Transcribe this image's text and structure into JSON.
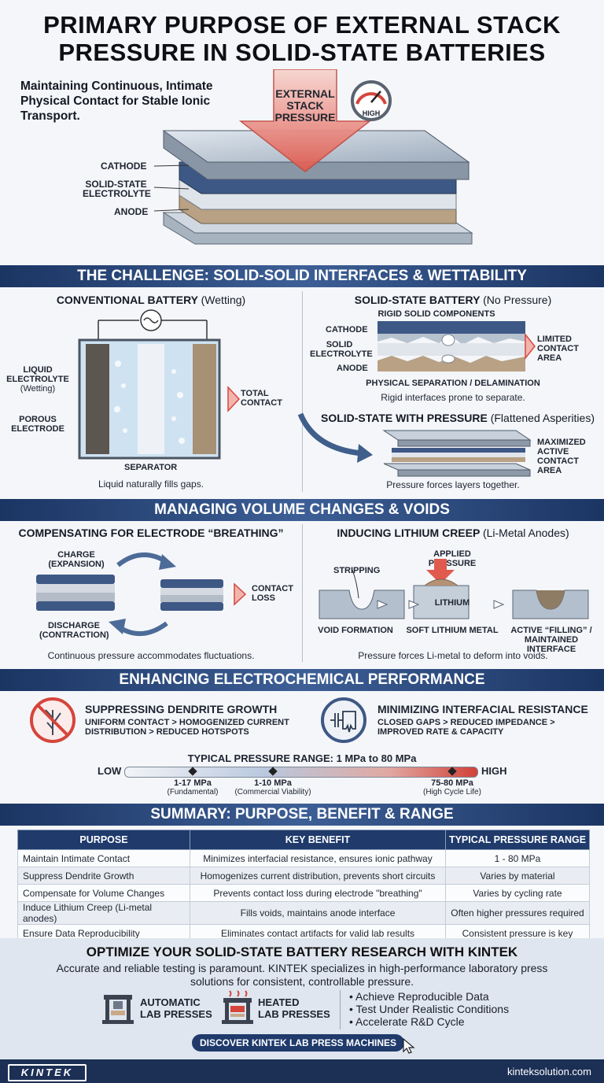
{
  "header": {
    "title_line1": "PRIMARY PURPOSE OF EXTERNAL STACK",
    "title_line2": "PRESSURE IN SOLID-STATE BATTERIES",
    "subtitle": "Maintaining Continuous, Intimate Physical Contact for Stable Ionic Transport.",
    "arrow_label": [
      "EXTERNAL",
      "STACK",
      "PRESSURE"
    ],
    "gauge_label": "HIGH",
    "stack_labels": {
      "cathode": "CATHODE",
      "electrolyte": [
        "SOLID-STATE",
        "ELECTROLYTE"
      ],
      "anode": "ANODE"
    }
  },
  "challenge": {
    "band": "THE CHALLENGE: SOLID-SOLID INTERFACES & WETTABILITY",
    "conventional": {
      "title": "CONVENTIONAL BATTERY",
      "title_note": "(Wetting)",
      "liquid_electrolyte": [
        "LIQUID",
        "ELECTROLYTE"
      ],
      "liquid_note": "(Wetting)",
      "porous_electrode": [
        "POROUS",
        "ELECTRODE"
      ],
      "separator": "SEPARATOR",
      "total_contact": [
        "TOTAL",
        "CONTACT"
      ],
      "caption": "Liquid naturally fills gaps."
    },
    "no_pressure": {
      "title": "SOLID-STATE BATTERY",
      "title_note": "(No Pressure)",
      "rigid": "RIGID SOLID COMPONENTS",
      "cathode": "CATHODE",
      "electrolyte": [
        "SOLID",
        "ELECTROLYTE"
      ],
      "anode": "ANODE",
      "limited": [
        "LIMITED",
        "CONTACT",
        "AREA"
      ],
      "separation": "PHYSICAL SEPARATION / DELAMINATION",
      "caption": "Rigid interfaces prone to separate."
    },
    "with_pressure": {
      "title": "SOLID-STATE WITH PRESSURE",
      "title_note": "(Flattened Asperities)",
      "maximized": [
        "MAXIMIZED",
        "ACTIVE",
        "CONTACT",
        "AREA"
      ],
      "caption": "Pressure forces layers together."
    }
  },
  "volume": {
    "band": "MANAGING VOLUME CHANGES & VOIDS",
    "breathing": {
      "title": "COMPENSATING FOR ELECTRODE “BREATHING”",
      "charge": [
        "CHARGE",
        "(EXPANSION)"
      ],
      "discharge": [
        "DISCHARGE",
        "(CONTRACTION)"
      ],
      "contact_loss": [
        "CONTACT",
        "LOSS"
      ],
      "caption": "Continuous pressure accommodates fluctuations."
    },
    "creep": {
      "title": "INDUCING LITHIUM CREEP",
      "title_note": "(Li-Metal Anodes)",
      "applied": "APPLIED PRESSURE",
      "stripping": "STRIPPING",
      "lithium": "LITHIUM",
      "void": "VOID FORMATION",
      "soft": "SOFT LITHIUM METAL",
      "active": [
        "ACTIVE “FILLING” /",
        "MAINTAINED INTERFACE"
      ],
      "caption": "Pressure forces Li-metal to deform into voids."
    }
  },
  "performance": {
    "band": "ENHANCING ELECTROCHEMICAL PERFORMANCE",
    "dendrite": {
      "title": "SUPPRESSING DENDRITE GROWTH",
      "text": [
        "UNIFORM CONTACT > HOMOGENIZED CURRENT",
        "DISTRIBUTION > REDUCED HOTSPOTS"
      ]
    },
    "resistance": {
      "title": "MINIMIZING INTERFACIAL RESISTANCE",
      "text": [
        "CLOSED GAPS > REDUCED IMPEDANCE >",
        "IMPROVED RATE & CAPACITY"
      ]
    },
    "range": {
      "title": "TYPICAL PRESSURE RANGE: 1 MPa to 80 MPa",
      "low": "LOW",
      "high": "HIGH",
      "markers": [
        {
          "value": "1-17 MPa",
          "note": "(Fundamental)"
        },
        {
          "value": "1-10 MPa",
          "note": "(Commercial Viability)"
        },
        {
          "value": "75-80 MPa",
          "note": "(High Cycle Life)"
        }
      ]
    }
  },
  "summary": {
    "band": "SUMMARY: PURPOSE, BENEFIT & RANGE",
    "headers": [
      "PURPOSE",
      "KEY BENEFIT",
      "TYPICAL PRESSURE RANGE"
    ],
    "rows": [
      [
        "Maintain Intimate Contact",
        "Minimizes interfacial resistance, ensures ionic pathway",
        "1 - 80 MPa"
      ],
      [
        "Suppress Dendrite Growth",
        "Homogenizes current distribution, prevents short circuits",
        "Varies by material"
      ],
      [
        "Compensate for Volume Changes",
        "Prevents contact loss during electrode \"breathing\"",
        "Varies by cycling rate"
      ],
      [
        "Induce Lithium Creep (Li-metal anodes)",
        "Fills voids, maintains anode interface",
        "Often higher pressures required"
      ],
      [
        "Ensure Data Reproducibility",
        "Eliminates contact artifacts for valid lab results",
        "Consistent pressure is key"
      ]
    ]
  },
  "cta": {
    "title": "OPTIMIZE YOUR SOLID-STATE BATTERY RESEARCH WITH KINTEK",
    "text": [
      "Accurate and reliable testing is paramount. KINTEK specializes in high-performance laboratory press",
      "solutions for consistent, controllable pressure."
    ],
    "automatic": [
      "AUTOMATIC",
      "LAB PRESSES"
    ],
    "heated": [
      "HEATED",
      "LAB PRESSES"
    ],
    "bullets": [
      "Achieve Reproducible Data",
      "Test Under Realistic Conditions",
      "Accelerate R&D Cycle"
    ],
    "button": "DISCOVER KINTEK LAB PRESS MACHINES"
  },
  "footer": {
    "logo": "KINTEK",
    "url": "kinteksolution.com"
  },
  "colors": {
    "navy": "#1f3a6b",
    "band": "#2d4a7d",
    "red_arrow": "#e45a4f",
    "cathode": "#3e5886",
    "anode": "#b8a184"
  }
}
